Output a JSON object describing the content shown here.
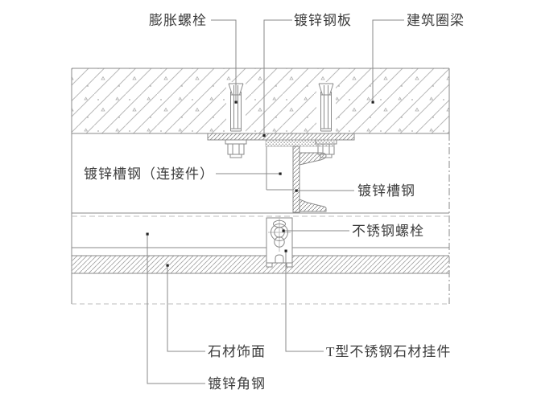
{
  "labels": {
    "expansion_bolt": "膨胀螺栓",
    "galvanized_steel_plate": "镀锌钢板",
    "building_ring_beam": "建筑圈梁",
    "galvanized_channel_connector": "镀锌槽钢（连接件）",
    "galvanized_channel": "镀锌槽钢",
    "stainless_steel_bolt": "不锈钢螺栓",
    "stone_veneer": "石材饰面",
    "t_type_stone_anchor": "T型不锈钢石材挂件",
    "galvanized_angle_steel": "镀锌角钢"
  },
  "colors": {
    "line": "#8a8a8a",
    "hatch": "#b5b5b5",
    "text": "#3d3d3d",
    "marker": "#222222",
    "background": "#ffffff"
  }
}
